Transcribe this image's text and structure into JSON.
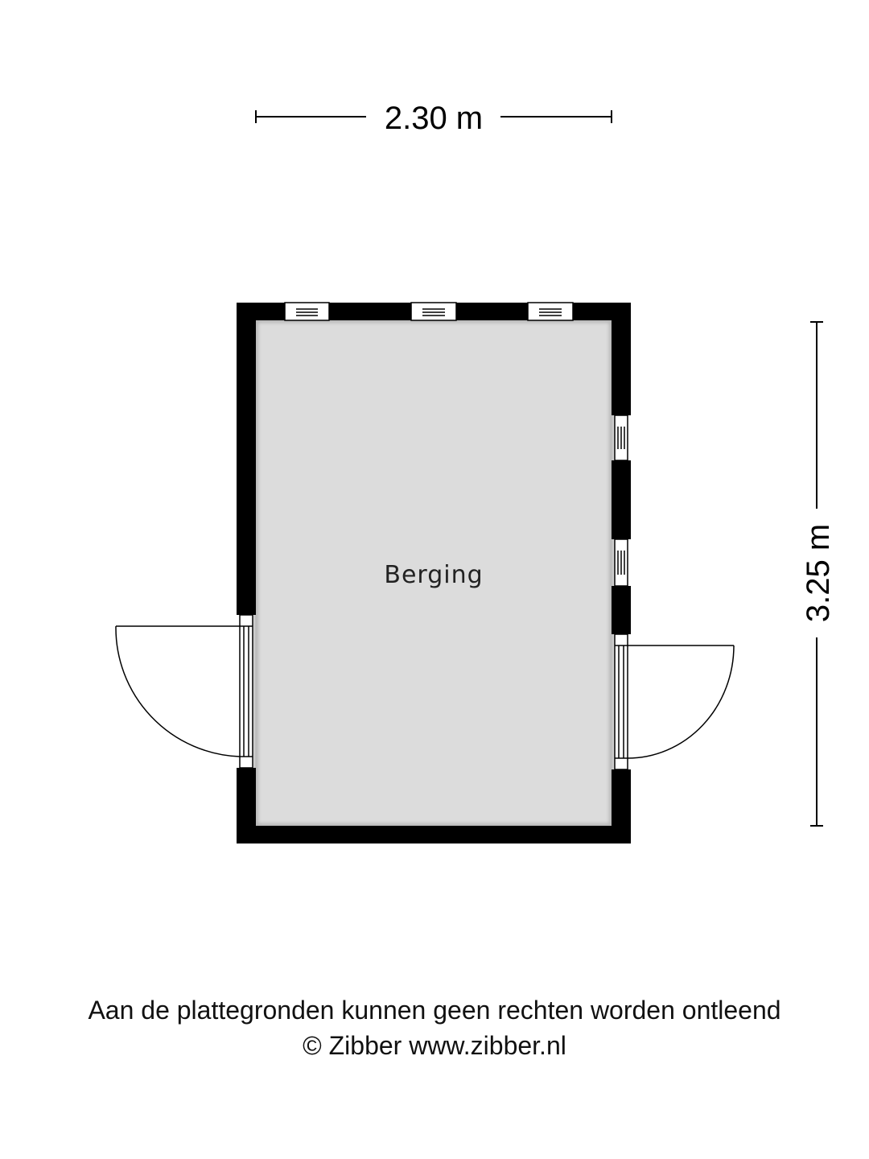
{
  "plan": {
    "room_label": "Berging",
    "width_label": "2.30 m",
    "depth_label": "3.25 m",
    "wall_color": "#000000",
    "floor_color": "#dcdcdc"
  },
  "footer": {
    "disclaimer": "Aan de plattegronden kunnen geen rechten worden ontleend",
    "credit": "© Zibber www.zibber.nl"
  }
}
